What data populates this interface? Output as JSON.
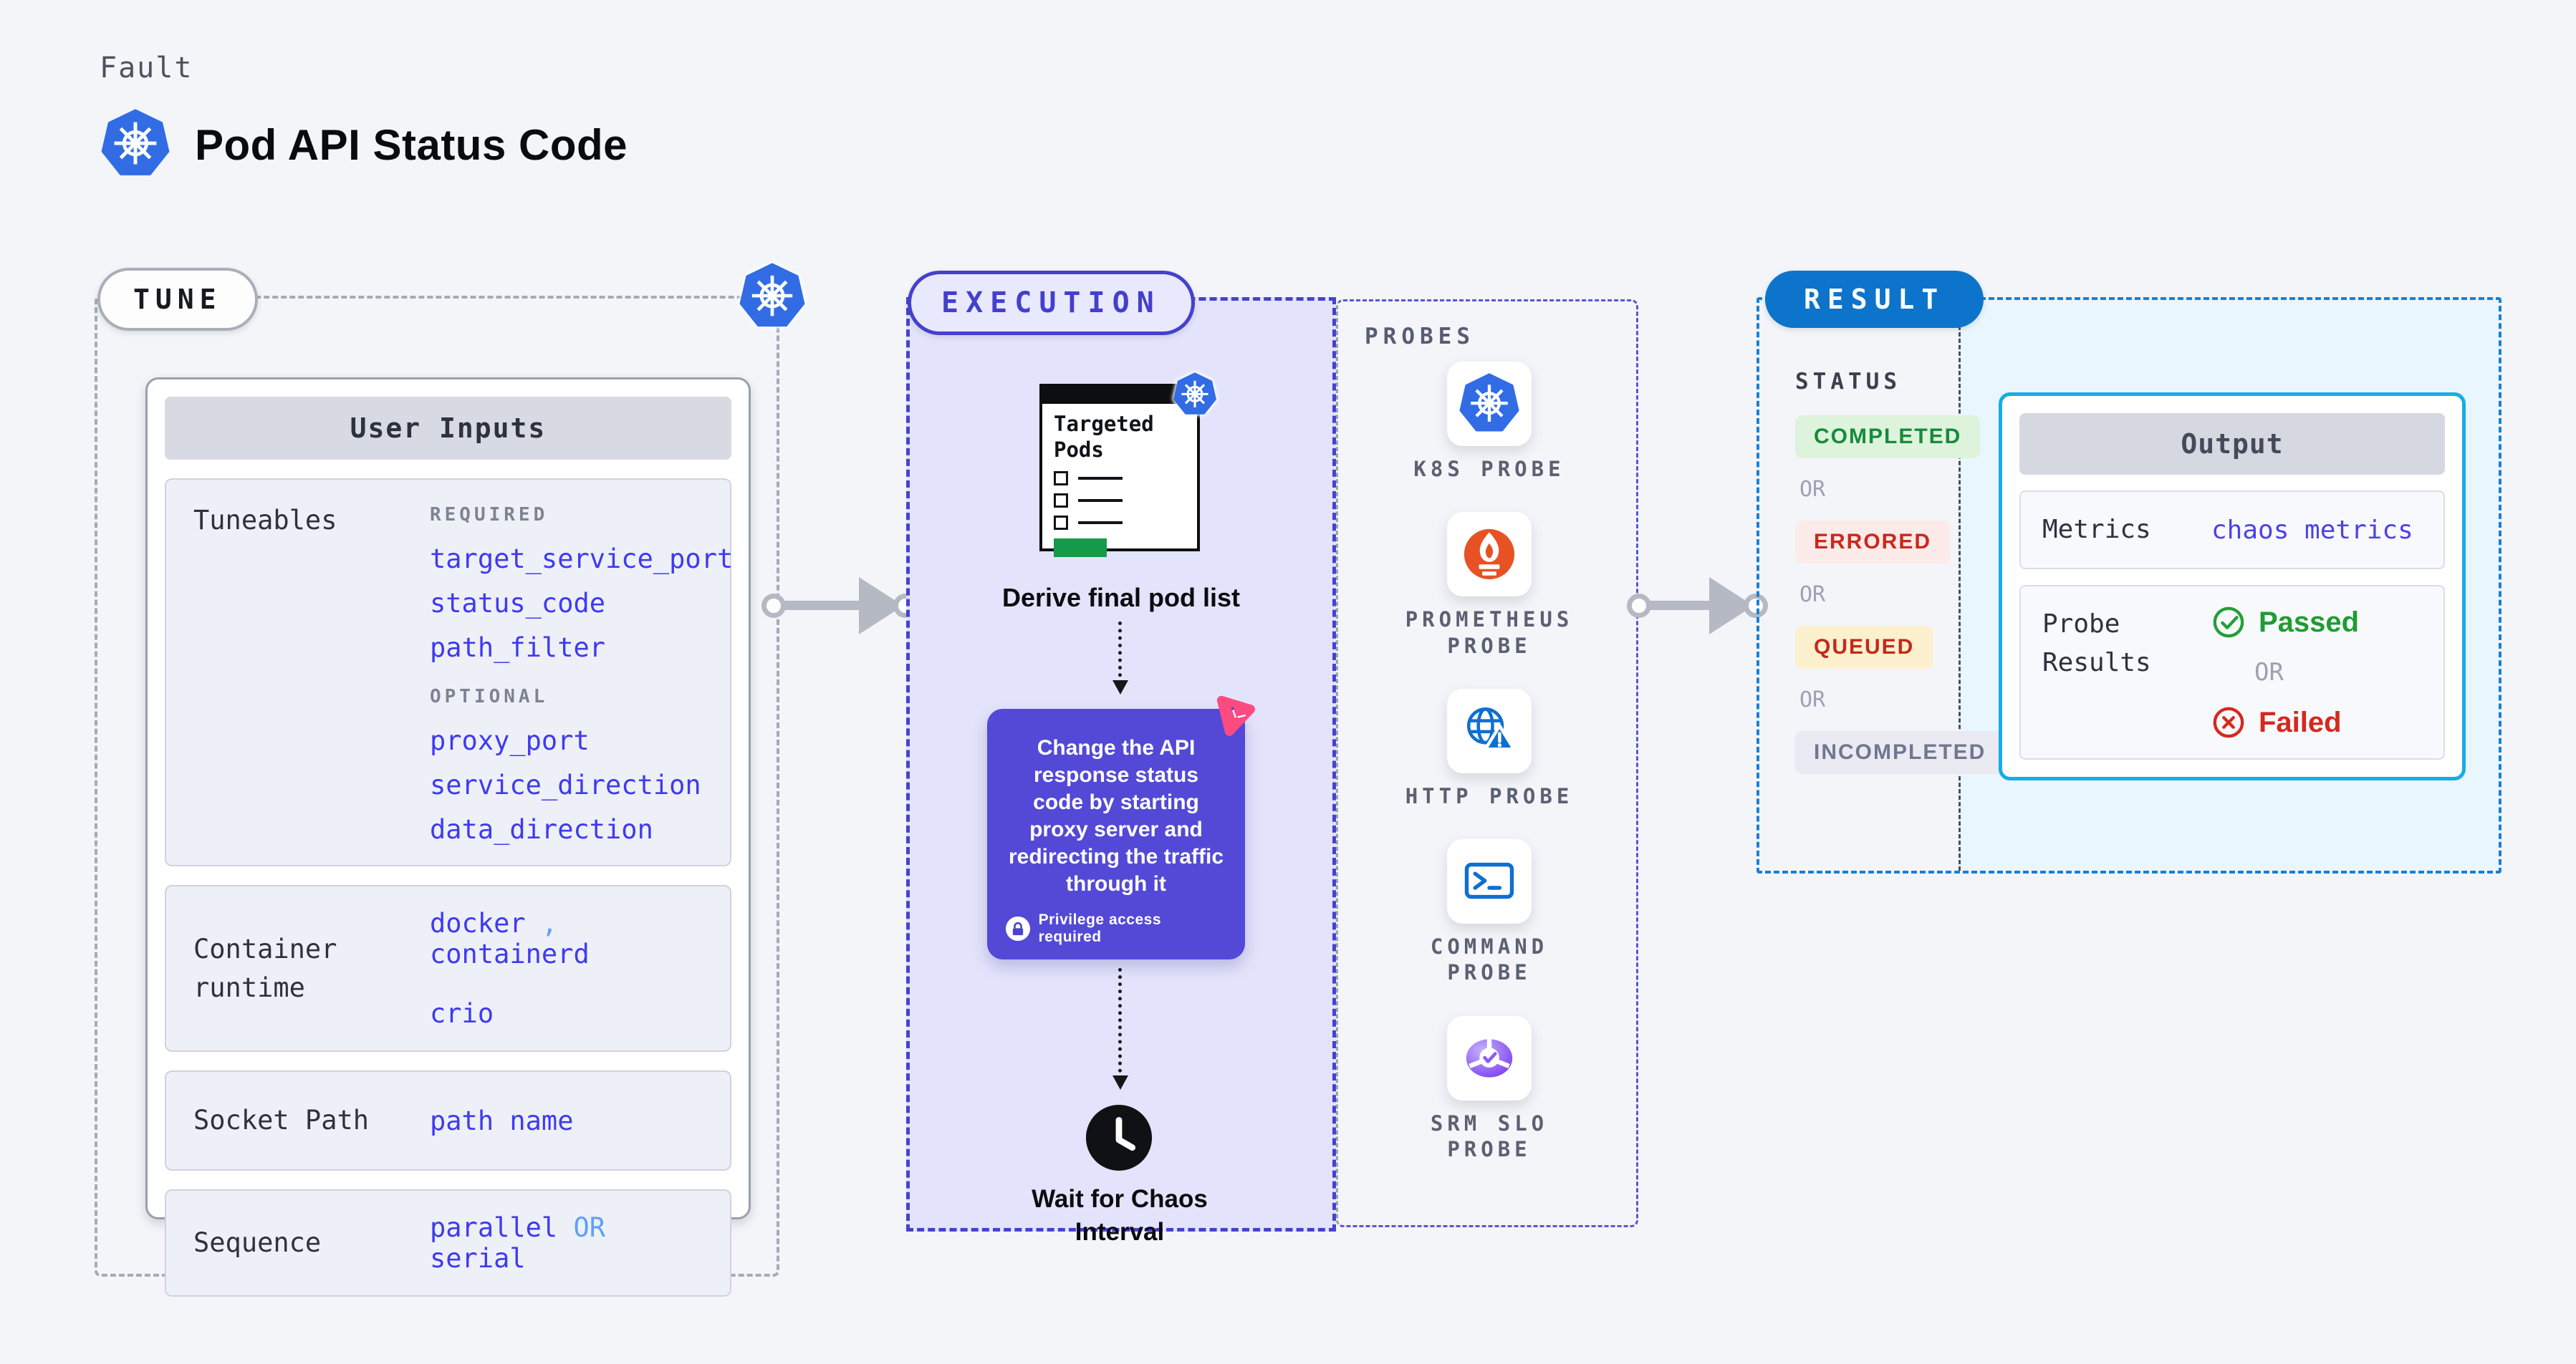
{
  "page": {
    "eyebrow": "Fault",
    "title": "Pod API Status Code"
  },
  "tune": {
    "badge": "TUNE",
    "card_title": "User Inputs",
    "tuneables": {
      "label": "Tuneables",
      "required_heading": "REQUIRED",
      "required_items": [
        "target_service_port",
        "status_code",
        "path_filter"
      ],
      "optional_heading": "OPTIONAL",
      "optional_items": [
        "proxy_port",
        "service_direction",
        "data_direction"
      ]
    },
    "container_runtime": {
      "label": "Container runtime",
      "value1": "docker",
      "separator": ",",
      "value2": "containerd",
      "value3": "crio"
    },
    "socket_path": {
      "label": "Socket Path",
      "value": "path name"
    },
    "sequence": {
      "label": "Sequence",
      "value1": "parallel",
      "or": "OR",
      "value2": "serial"
    }
  },
  "execution": {
    "badge": "EXECUTION",
    "targeted_pods_title": "Targeted Pods",
    "derive_caption": "Derive final pod list",
    "action_text": "Change the API response status code by starting proxy server and redirecting the traffic through it",
    "privilege_note": "Privilege access required",
    "wait_caption": "Wait for Chaos Interval"
  },
  "probes": {
    "heading": "PROBES",
    "items": [
      {
        "label": "K8S PROBE",
        "icon": "k8s-icon"
      },
      {
        "label": "PROMETHEUS PROBE",
        "icon": "prometheus-icon"
      },
      {
        "label": "HTTP PROBE",
        "icon": "http-probe-icon"
      },
      {
        "label": "COMMAND PROBE",
        "icon": "command-probe-icon"
      },
      {
        "label": "SRM SLO PROBE",
        "icon": "srm-slo-probe-icon"
      }
    ]
  },
  "result": {
    "badge": "RESULT",
    "status_heading": "STATUS",
    "or_label": "OR",
    "statuses": [
      {
        "label": "COMPLETED",
        "bg": "#ddf3dc",
        "color": "#188a3c"
      },
      {
        "label": "ERRORED",
        "bg": "#fcebe8",
        "color": "#cc271c"
      },
      {
        "label": "QUEUED",
        "bg": "#fcf0ce",
        "color": "#c42a1a"
      },
      {
        "label": "INCOMPLETED",
        "bg": "#e9eaf2",
        "color": "#717791"
      }
    ],
    "output": {
      "title": "Output",
      "metrics_label": "Metrics",
      "metrics_value": "chaos metrics",
      "probe_results_label": "Probe Results",
      "passed_label": "Passed",
      "or_label": "OR",
      "failed_label": "Failed"
    }
  },
  "colors": {
    "kubernetes_blue": "#326ce5",
    "execution_indigo": "#4541cb",
    "execution_panel_bg": "#e3e4fb",
    "action_card_purple": "#5349d6",
    "litmus_pink": "#fb4b80",
    "result_blue": "#0d74cb",
    "output_border_cyan": "#15ade5",
    "passed_green": "#1f9c33",
    "failed_red": "#d6281e",
    "value_indigo": "#3e3af2",
    "or_light_blue": "#5ea1f7",
    "pods_green_bar": "#15994b"
  }
}
